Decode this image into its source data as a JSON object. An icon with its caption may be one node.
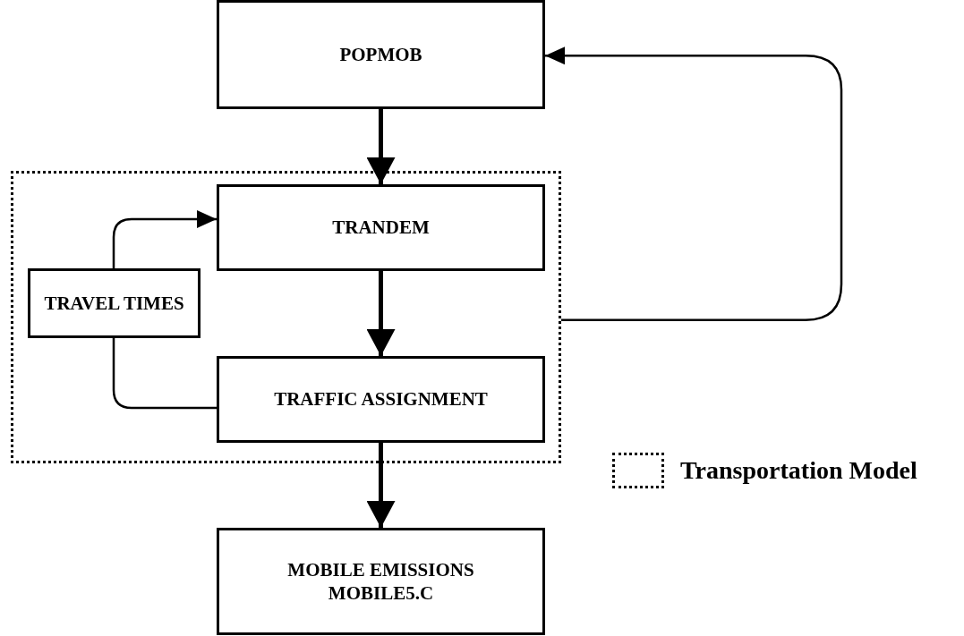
{
  "diagram": {
    "nodes": [
      {
        "text": [
          "POPMOB"
        ]
      },
      {
        "text": [],
        "shape": "box"
      },
      {
        "text": [
          "TRANDEM"
        ],
        "in": 1
      },
      {
        "text": [
          "TRAVEL TIMES"
        ],
        "in": 1
      },
      {
        "text": [
          "TRAFFIC ASSIGNMENT"
        ],
        "in": 1
      },
      {
        "text": [
          "MOBILE EMISSIONS MOBILE5.C"
        ]
      }
    ],
    "edges": [
      {
        "from": 0,
        "to": 2,
        "arrow": "to",
        "style": "thick"
      },
      {
        "from": 2,
        "to": 4,
        "arrow": "to",
        "style": "thick"
      },
      {
        "from": 4,
        "to": 5,
        "arrow": "to",
        "style": "thick"
      },
      {
        "from": 4,
        "to": 3,
        "arrow": "none"
      },
      {
        "from": 3,
        "to": 2,
        "arrow": "to"
      },
      {
        "from": 1,
        "to": 0,
        "arrow": "to"
      }
    ],
    "legend": [
      {
        "text": "Transportation Model"
      }
    ]
  }
}
